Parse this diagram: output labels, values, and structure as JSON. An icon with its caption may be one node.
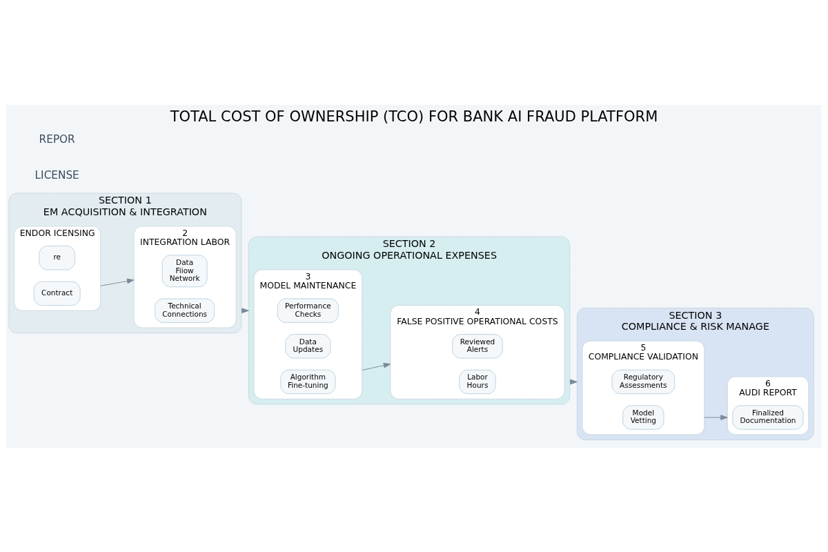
{
  "diagram": {
    "title": "TOTAL COST OF OWNERSHIP (TCO) FOR BANK AI FRAUD PLATFORM",
    "nodes": [
      {
        "text": [
          "SECTION 1",
          "EM ACQUISITION & INTEGRATION"
        ]
      },
      {
        "text": [
          "ENDOR ICENSING"
        ],
        "in": 0
      },
      {
        "text": [
          "re"
        ],
        "in": 1
      },
      {
        "text": [
          "Contract"
        ],
        "in": 1
      },
      {
        "text": [
          "INTEGRATION LABOR"
        ],
        "beside": [
          "2"
        ],
        "in": 0
      },
      {
        "text": [
          "Data Fiiow Network"
        ],
        "in": 4
      },
      {
        "text": [
          "Technical Connections"
        ],
        "in": 4
      },
      {
        "text": [
          "SECTION 2",
          "ONGOING OPERATIONAL EXPENSES"
        ]
      },
      {
        "text": [
          "MODEL MAINTENANCE"
        ],
        "beside": [
          "3"
        ],
        "in": 7
      },
      {
        "text": [
          "Performance Checks"
        ],
        "in": 8
      },
      {
        "text": [
          "Data Updates"
        ],
        "in": 8
      },
      {
        "text": [
          "Algorithm Fine-tuning"
        ],
        "in": 8
      },
      {
        "text": [
          "FALSE POSITIVE OPERATIONAL COSTS"
        ],
        "beside": [
          "4"
        ],
        "in": 7
      },
      {
        "text": [
          "Reviewed Alerts"
        ],
        "in": 12
      },
      {
        "text": [
          "Labor Hours"
        ],
        "in": 12
      },
      {
        "text": [
          "SECTION 3",
          "COMPLIANCE & RISK MANAGE"
        ]
      },
      {
        "text": [
          "COMPLIANCE VALIDATION"
        ],
        "beside": [
          "5"
        ],
        "in": 15
      },
      {
        "text": [
          "Regulatory Assessments"
        ],
        "in": 16
      },
      {
        "text": [
          "Model Vetting"
        ],
        "in": 16
      },
      {
        "text": [
          "AUDI REPORT"
        ],
        "beside": [
          "6"
        ],
        "in": 15
      },
      {
        "text": [
          "Finalized Documentation"
        ],
        "in": 19
      }
    ],
    "edges": [
      {
        "from": 1,
        "to": 4,
        "arrow": "to"
      },
      {
        "from": 0,
        "to": 7,
        "arrow": "to"
      },
      {
        "from": 8,
        "to": 12,
        "arrow": "to"
      },
      {
        "from": 7,
        "to": 15,
        "arrow": "to"
      },
      {
        "from": 16,
        "to": 19,
        "arrow": "to"
      }
    ],
    "labels": [
      "LICENSE",
      "REPOR"
    ]
  }
}
